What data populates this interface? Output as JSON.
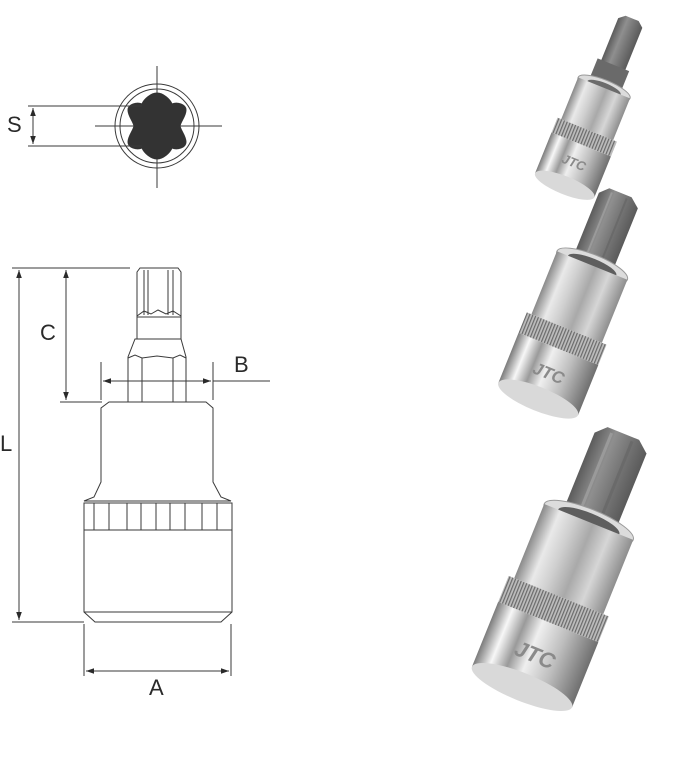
{
  "diagram": {
    "subject": "Torx bit socket (star / hex-lobe bit socket) technical drawing with product photos",
    "dimension_labels": {
      "s": "S",
      "c": "C",
      "b": "B",
      "l": "L",
      "a": "A"
    },
    "views": [
      {
        "name": "end-view",
        "description": "Torx star profile cross-section with dimension S"
      },
      {
        "name": "side-view",
        "description": "Side elevation of bit socket with dimensions C, B, L, A"
      }
    ],
    "photos": [
      {
        "name": "small-socket",
        "brand_mark": "JTC"
      },
      {
        "name": "medium-socket",
        "brand_mark": "JTC"
      },
      {
        "name": "large-socket",
        "brand_mark": "JTC"
      }
    ],
    "colors": {
      "line": "#3a3a3a",
      "star_fill": "#333333",
      "chrome_light": "#f2f2f2",
      "chrome_mid": "#b8b8b8",
      "chrome_dark": "#6e6e6e",
      "bit_gray": "#7d7d7d",
      "bit_dark": "#5e5e5e"
    }
  }
}
